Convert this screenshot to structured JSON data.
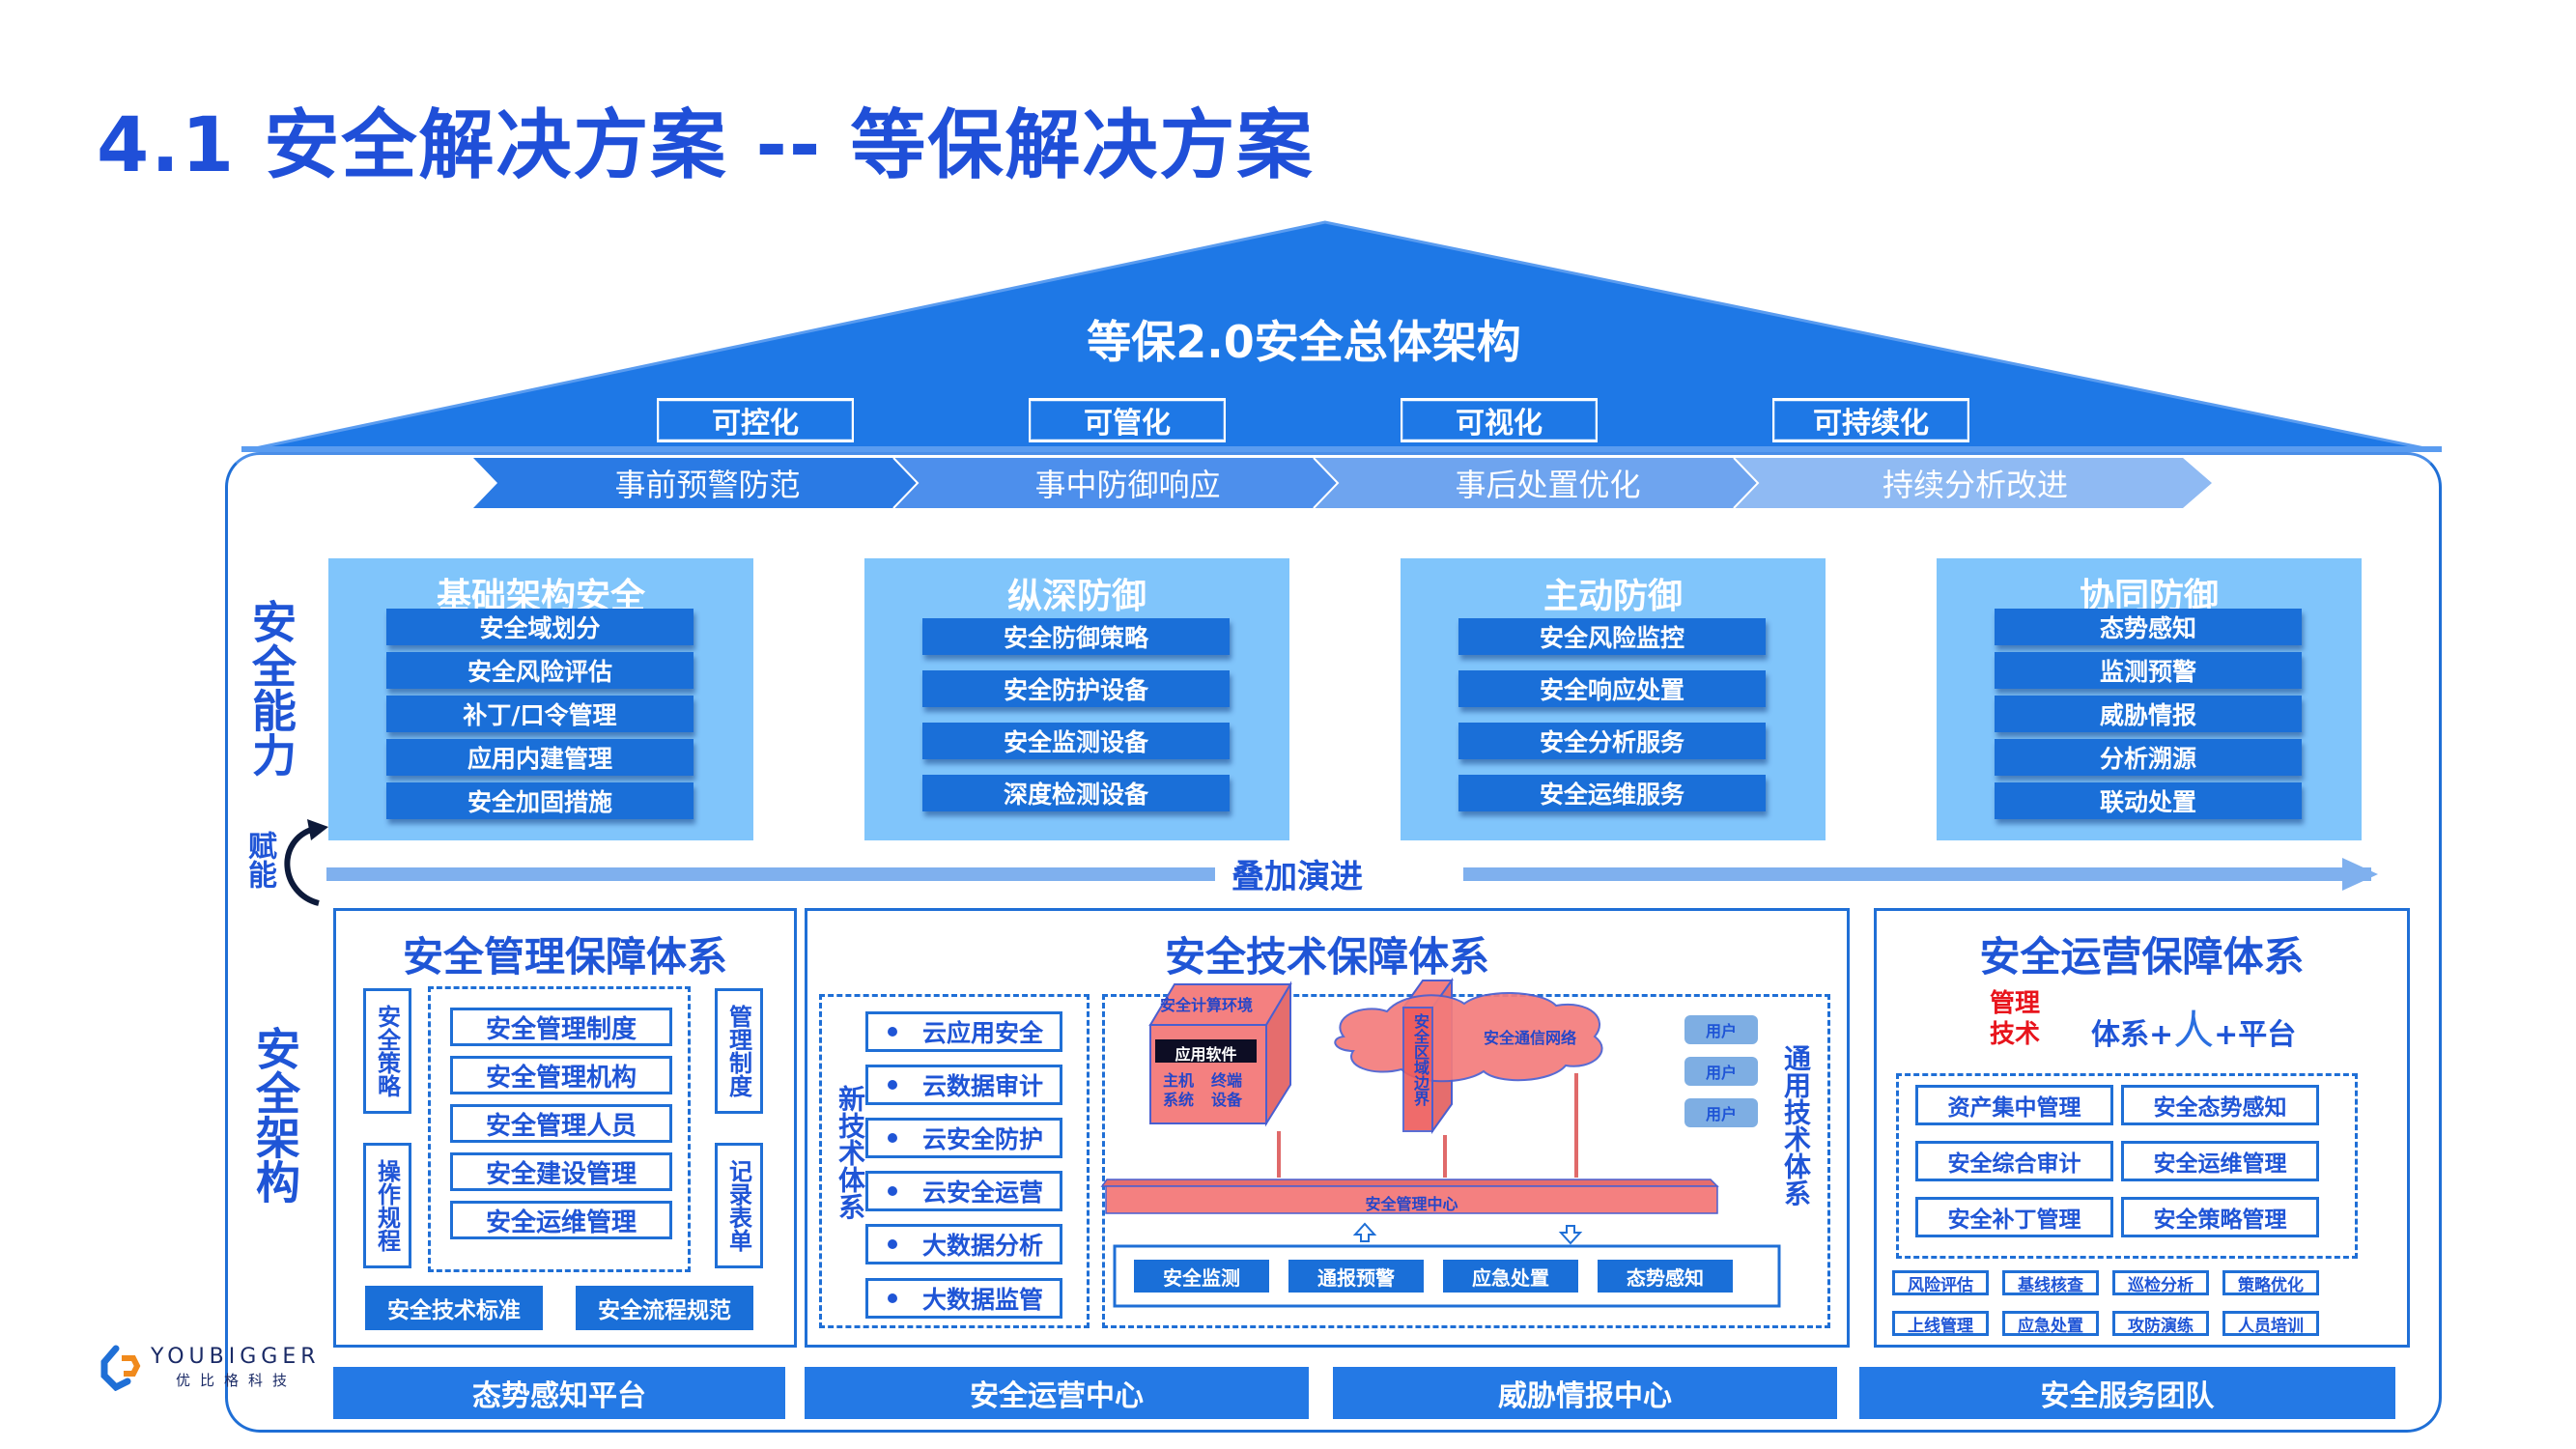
{
  "page": {
    "title": "4.1 安全解决方案 -- 等保解决方案"
  },
  "roof": {
    "title": "等保2.0安全总体架构",
    "tags": [
      "可控化",
      "可管化",
      "可视化",
      "可持续化"
    ]
  },
  "phases": [
    "事前预警防范",
    "事中防御响应",
    "事后处置优化",
    "持续分析改进"
  ],
  "side_labels": {
    "capability": "安全能力",
    "empower": "赋能",
    "architecture": "安全架构"
  },
  "capabilities": [
    {
      "title": "基础架构安全",
      "items": [
        "安全域划分",
        "安全风险评估",
        "补丁/口令管理",
        "应用内建管理",
        "安全加固措施"
      ]
    },
    {
      "title": "纵深防御",
      "items": [
        "安全防御策略",
        "安全防护设备",
        "安全监测设备",
        "深度检测设备"
      ]
    },
    {
      "title": "主动防御",
      "items": [
        "安全风险监控",
        "安全响应处置",
        "安全分析服务",
        "安全运维服务"
      ]
    },
    {
      "title": "协同防御",
      "items": [
        "态势感知",
        "监测预警",
        "威胁情报",
        "分析溯源",
        "联动处置"
      ]
    }
  ],
  "evolution_label": "叠加演进",
  "management": {
    "title": "安全管理保障体系",
    "left_tags": [
      "安全策略",
      "操作规程"
    ],
    "right_tags": [
      "管理制度",
      "记录表单"
    ],
    "items": [
      "安全管理制度",
      "安全管理机构",
      "安全管理人员",
      "安全建设管理",
      "安全运维管理"
    ],
    "bottom_buttons": [
      "安全技术标准",
      "安全流程规范"
    ]
  },
  "technology": {
    "title": "安全技术保障体系",
    "new_tech_label": "新技术体系",
    "new_tech_items": [
      "云应用安全",
      "云数据审计",
      "云安全防护",
      "云安全运营",
      "大数据分析",
      "大数据监管"
    ],
    "general_tech_label": "通用技术体系",
    "diagram": {
      "compute_env": "安全计算环境",
      "app_software": "应用软件",
      "host_system": "主机\n系统",
      "terminal_device": "终端\n设备",
      "boundary": "安全区域边界",
      "network": "安全通信网络",
      "mgmt_center": "安全管理中心",
      "users": [
        "用户",
        "用户",
        "用户"
      ]
    },
    "functions": [
      "安全监测",
      "通报预警",
      "应急处置",
      "态势感知"
    ]
  },
  "operations": {
    "title": "安全运营保障体系",
    "red_labels": [
      "管理",
      "技术"
    ],
    "formula_prefix": "体系+",
    "formula_person": "人",
    "formula_suffix": "+平台",
    "items": [
      "资产集中管理",
      "安全态势感知",
      "安全综合审计",
      "安全运维管理",
      "安全补丁管理",
      "安全策略管理"
    ],
    "small_items": [
      "风险评估",
      "基线核查",
      "巡检分析",
      "策略优化",
      "上线管理",
      "应急处置",
      "攻防演练",
      "人员培训"
    ]
  },
  "platforms": [
    "态势感知平台",
    "安全运营中心",
    "威胁情报中心",
    "安全服务团队"
  ],
  "logo": {
    "name": "YOUBIGGER",
    "subtitle": "优比格科技"
  },
  "colors": {
    "primary": "#1f6fd6",
    "title_blue": "#1f4fd8",
    "roof": "#1e78e6",
    "capability_bg": "#80c5fb",
    "diagram_red": "#f47c7c",
    "red_label": "#e8141c"
  }
}
